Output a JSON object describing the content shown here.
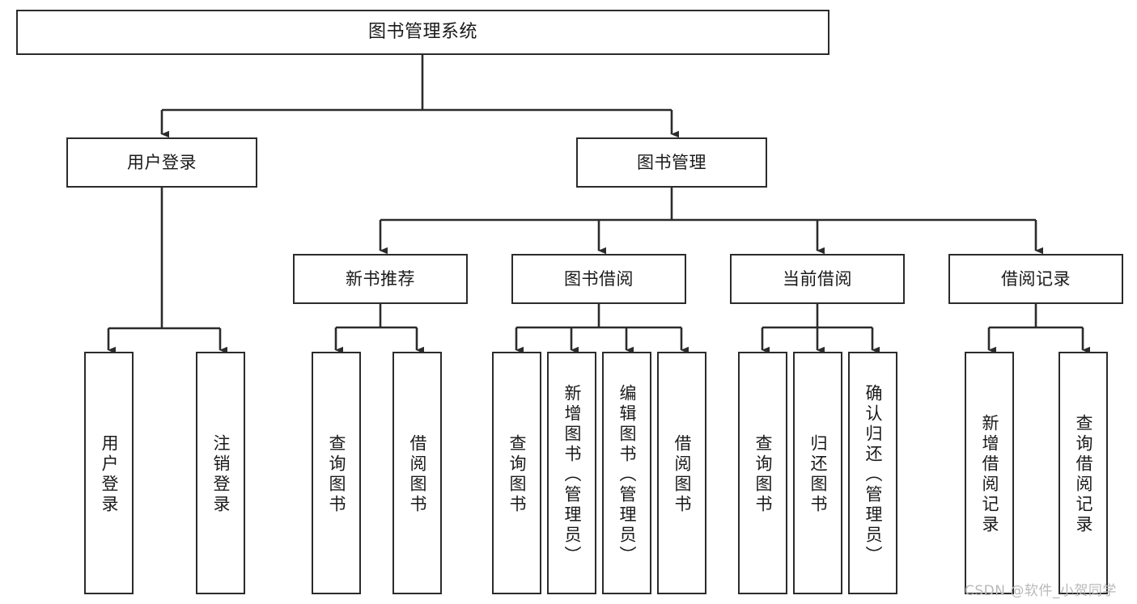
{
  "diagram": {
    "title": "图书管理系统",
    "type": "tree-hierarchy-chart",
    "colors": {
      "box_border": "#2b2b2b",
      "box_fill": "#ffffff",
      "edge": "#2b2b2b",
      "background": "#ffffff",
      "watermark": "#b9b9b9"
    },
    "root": {
      "label": "图书管理系统"
    },
    "level2": [
      {
        "label": "用户登录"
      },
      {
        "label": "图书管理"
      }
    ],
    "level3": [
      {
        "label": "新书推荐"
      },
      {
        "label": "图书借阅"
      },
      {
        "label": "当前借阅"
      },
      {
        "label": "借阅记录"
      }
    ],
    "leaves": {
      "user_login": [
        {
          "label": "用户登录"
        },
        {
          "label": "注销登录"
        }
      ],
      "new_book_recommend": [
        {
          "label": "查询图书"
        },
        {
          "label": "借阅图书"
        }
      ],
      "book_borrow": [
        {
          "label": "查询图书"
        },
        {
          "label": "新增图书（管理员）"
        },
        {
          "label": "编辑图书（管理员）"
        },
        {
          "label": "借阅图书"
        }
      ],
      "current_borrow": [
        {
          "label": "查询图书"
        },
        {
          "label": "归还图书"
        },
        {
          "label": "确认归还（管理员）"
        }
      ],
      "borrow_record": [
        {
          "label": "新增借阅记录"
        },
        {
          "label": "查询借阅记录"
        }
      ]
    },
    "watermark": "CSDN @软件_小贺同学"
  }
}
